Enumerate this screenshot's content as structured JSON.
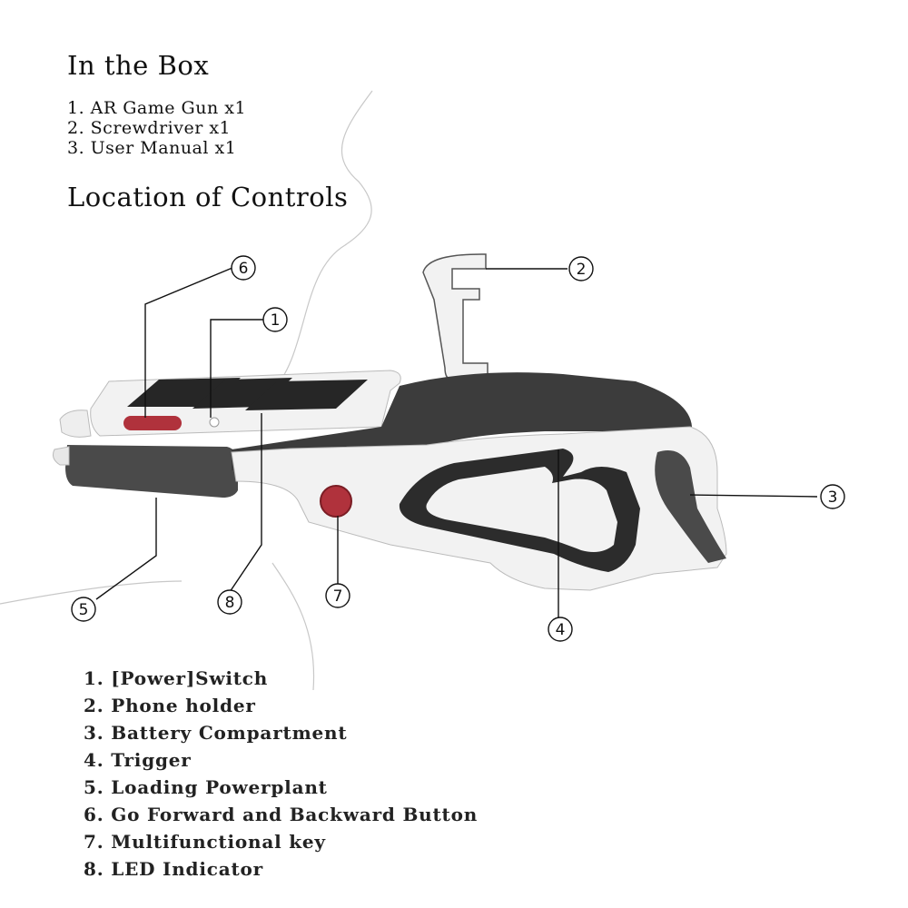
{
  "box": {
    "title": "In the Box",
    "items": [
      "1. AR Game Gun x1",
      "2. Screwdriver x1",
      "3. User Manual x1"
    ]
  },
  "controls": {
    "title": "Location of Controls",
    "items": [
      "1. [Power]Switch",
      "2. Phone holder",
      "3. Battery Compartment",
      "4. Trigger",
      "5. Loading Powerplant",
      "6. Go Forward and Backward Button",
      "7. Multifunctional key",
      "8. LED Indicator"
    ]
  },
  "callouts": {
    "c1": "1",
    "c2": "2",
    "c3": "3",
    "c4": "4",
    "c5": "5",
    "c6": "6",
    "c7": "7",
    "c8": "8"
  },
  "colors": {
    "body_white": "#f2f2f2",
    "body_dark": "#3c3c3c",
    "button_red": "#b0323c"
  }
}
